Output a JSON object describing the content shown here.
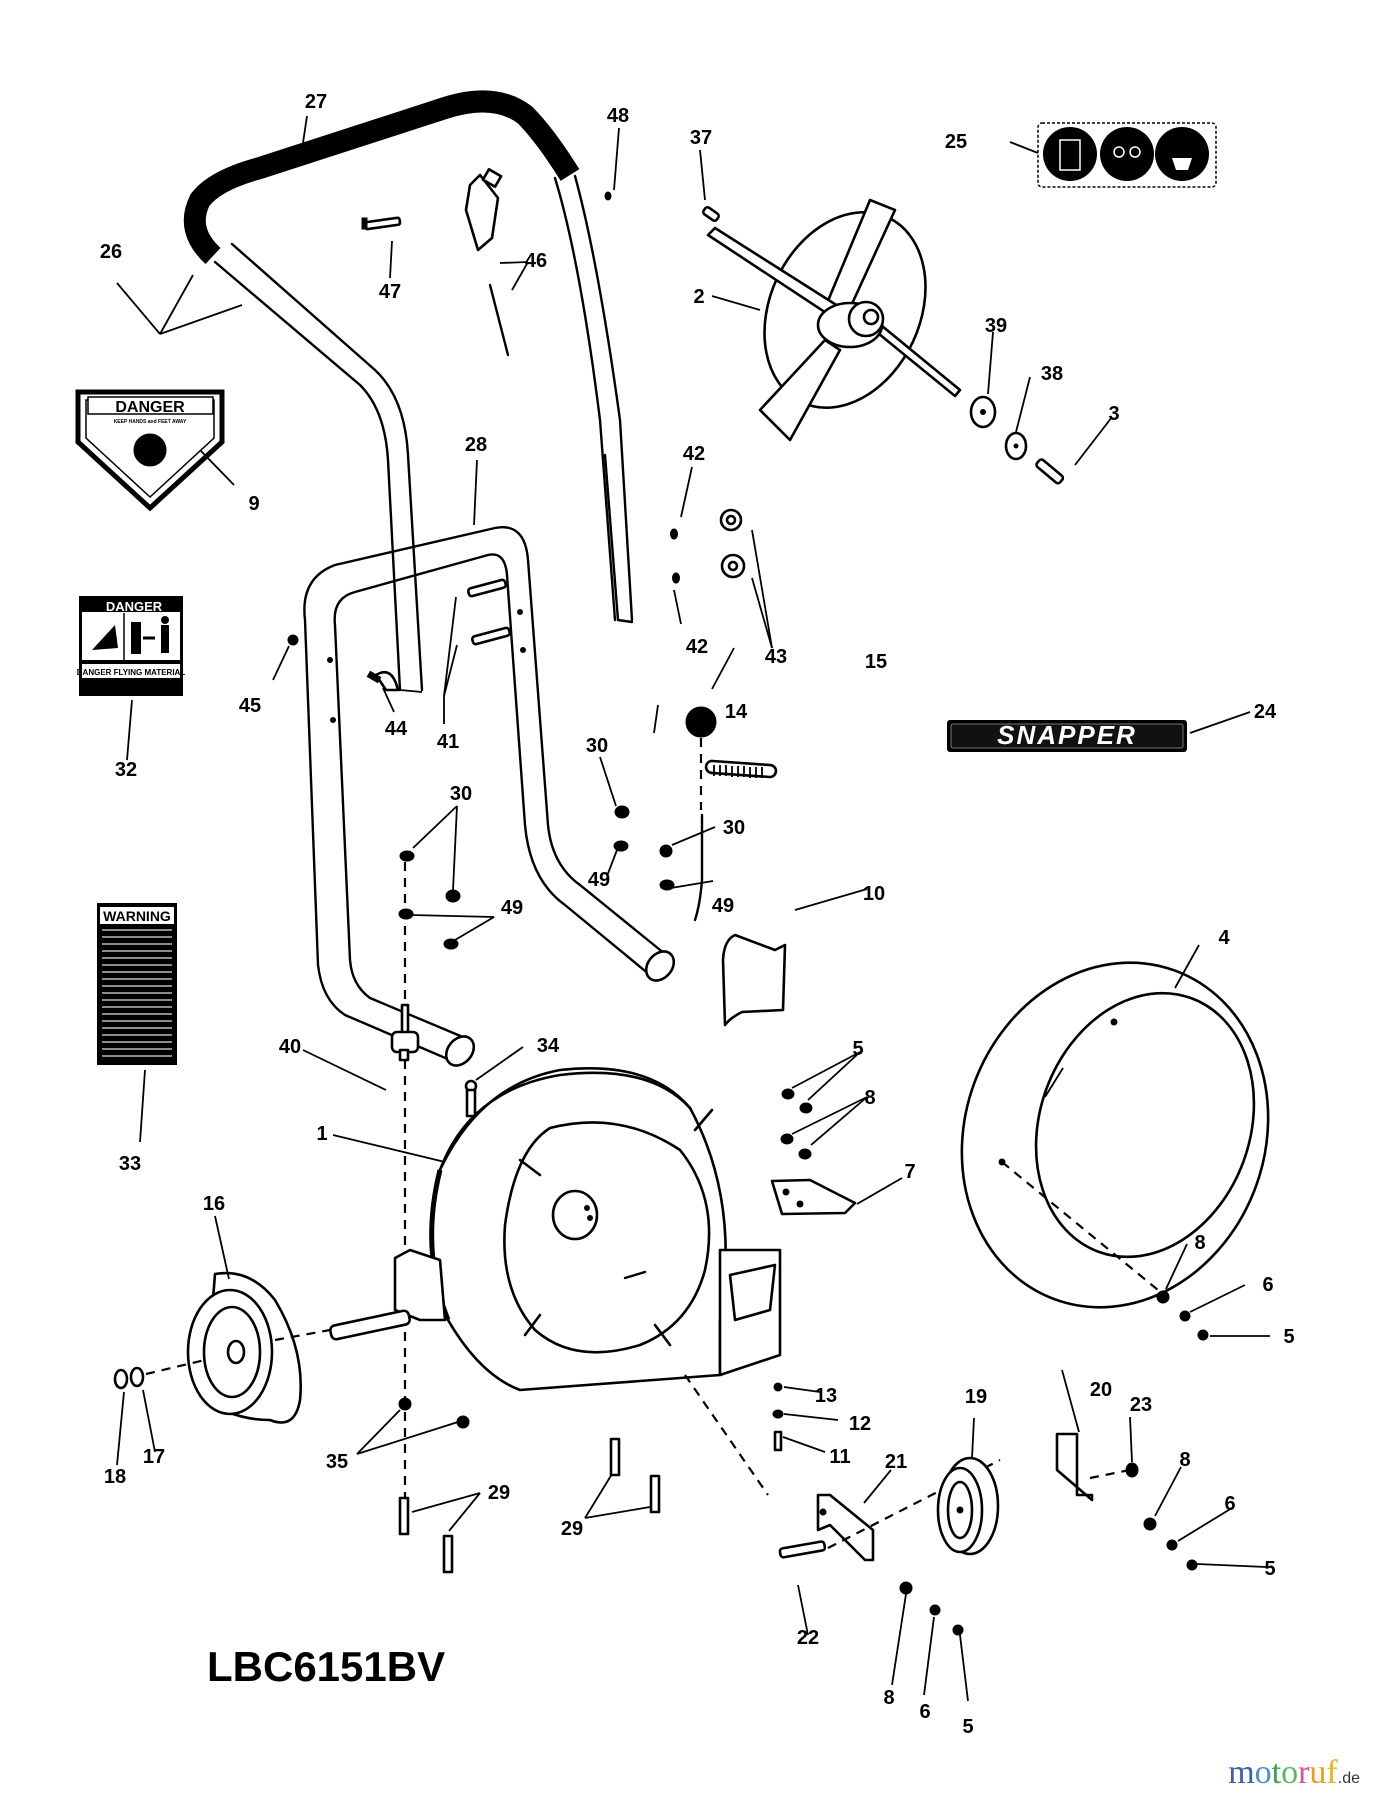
{
  "diagram": {
    "title": "LBC6151BV",
    "type": "exploded parts diagram",
    "subject": "Snapper leaf blower"
  },
  "decals": {
    "danger_keep_hands": {
      "heading": "DANGER",
      "subtext": "KEEP HANDS and FEET AWAY",
      "callout": "9"
    },
    "danger_flying": {
      "heading": "DANGER",
      "footer": "DANGER FLYING MATERIAL",
      "callout": "32"
    },
    "warning": {
      "heading": "WARNING",
      "callout": "33"
    },
    "brand": {
      "text": "SNAPPER",
      "callout": "24"
    },
    "ppe": {
      "callout": "25",
      "icons": [
        "ear-protection-icon",
        "eye-protection-icon",
        "face-mask-icon"
      ]
    }
  },
  "callouts": {
    "c1": "1",
    "c2": "2",
    "c3": "3",
    "c4": "4",
    "c5a": "5",
    "c5b": "5",
    "c5c": "5",
    "c5d": "5",
    "c6a": "6",
    "c6b": "6",
    "c6c": "6",
    "c7": "7",
    "c8a": "8",
    "c8b": "8",
    "c8c": "8",
    "c8d": "8",
    "c9": "9",
    "c10": "10",
    "c11": "11",
    "c12": "12",
    "c13": "13",
    "c14": "14",
    "c15": "15",
    "c16": "16",
    "c17": "17",
    "c18": "18",
    "c19": "19",
    "c20": "20",
    "c21": "21",
    "c22": "22",
    "c23": "23",
    "c24": "24",
    "c25": "25",
    "c26": "26",
    "c27": "27",
    "c28": "28",
    "c29a": "29",
    "c29b": "29",
    "c30a": "30",
    "c30b": "30",
    "c30c": "30",
    "c32": "32",
    "c33": "33",
    "c34": "34",
    "c35": "35",
    "c37": "37",
    "c38": "38",
    "c39": "39",
    "c40": "40",
    "c41": "41",
    "c42a": "42",
    "c42b": "42",
    "c43": "43",
    "c44": "44",
    "c45": "45",
    "c46": "46",
    "c47": "47",
    "c48": "48",
    "c49a": "49",
    "c49b": "49",
    "c49c": "49"
  },
  "watermark": {
    "letters": [
      {
        "ch": "m",
        "color": "#3a5fb0"
      },
      {
        "ch": "o",
        "color": "#4a8fd0"
      },
      {
        "ch": "t",
        "color": "#3aa04a"
      },
      {
        "ch": "o",
        "color": "#5cb85c"
      },
      {
        "ch": "r",
        "color": "#e0508a"
      },
      {
        "ch": "u",
        "color": "#e8a020"
      },
      {
        "ch": "f",
        "color": "#f0b020"
      }
    ],
    "tld": ".de"
  }
}
